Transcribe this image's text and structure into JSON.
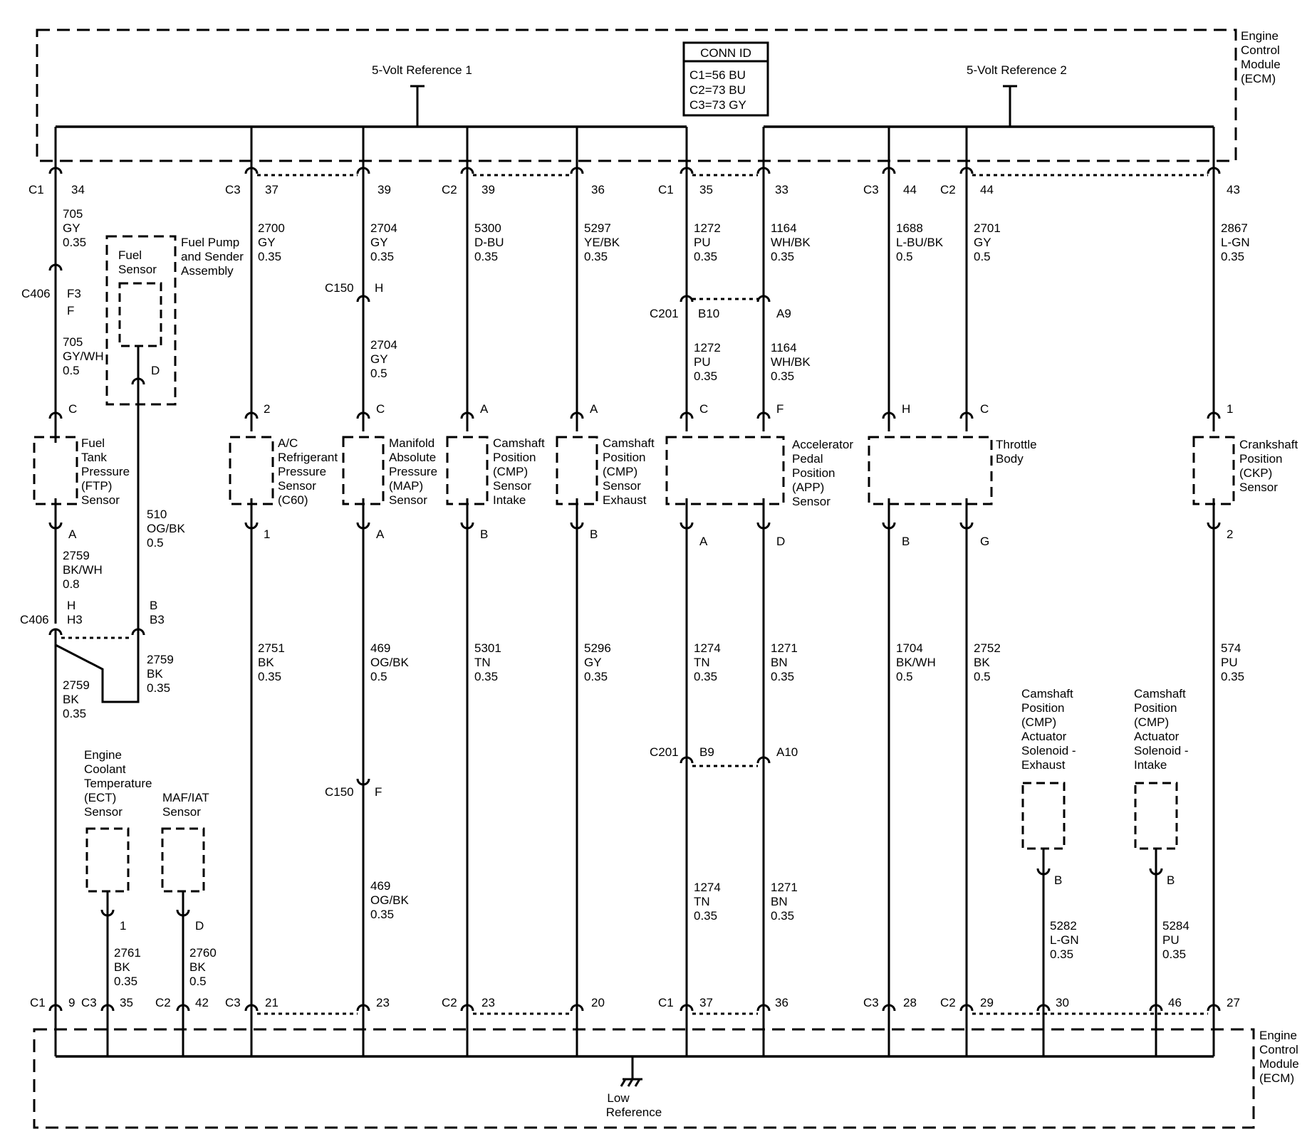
{
  "ecm_label": [
    "Engine",
    "Control",
    "Module",
    "(ECM)"
  ],
  "conn_id": {
    "title": "CONN ID",
    "lines": [
      "C1=56 BU",
      "C2=73 BU",
      "C3=73 GY"
    ]
  },
  "ref1": "5-Volt Reference 1",
  "ref2": "5-Volt Reference 2",
  "low_ref": [
    "Low",
    "Reference"
  ],
  "top_pins": [
    {
      "conn": "C1",
      "pin": "34"
    },
    {
      "conn": "C3",
      "pin": "37"
    },
    {
      "conn": "",
      "pin": "39"
    },
    {
      "conn": "C2",
      "pin": "39"
    },
    {
      "conn": "",
      "pin": "36"
    },
    {
      "conn": "C1",
      "pin": "35"
    },
    {
      "conn": "",
      "pin": "33"
    },
    {
      "conn": "C3",
      "pin": "44"
    },
    {
      "conn": "C2",
      "pin": "44"
    },
    {
      "conn": "",
      "pin": "43"
    }
  ],
  "top_wires": [
    [
      "705",
      "GY",
      "0.35"
    ],
    [
      "2700",
      "GY",
      "0.35"
    ],
    [
      "2704",
      "GY",
      "0.35"
    ],
    [
      "5300",
      "D-BU",
      "0.35"
    ],
    [
      "5297",
      "YE/BK",
      "0.35"
    ],
    [
      "1272",
      "PU",
      "0.35"
    ],
    [
      "1164",
      "WH/BK",
      "0.35"
    ],
    [
      "1688",
      "L-BU/BK",
      "0.5"
    ],
    [
      "2701",
      "GY",
      "0.5"
    ],
    [
      "2867",
      "L-GN",
      "0.35"
    ]
  ],
  "inline": {
    "c406a": {
      "name": "C406",
      "top": "F3",
      "bottom": "F"
    },
    "c150a": {
      "name": "C150",
      "pin": "H"
    },
    "c201a": {
      "name": "C201",
      "left": "B10",
      "right": "A9"
    },
    "c406b": {
      "name": "C406",
      "l1": "H",
      "l2": "H3",
      "r1": "B",
      "r2": "B3"
    },
    "c201b": {
      "name": "C201",
      "left": "B9",
      "right": "A10"
    },
    "c150b": {
      "name": "C150",
      "pin": "F"
    }
  },
  "mid_wires": {
    "w705b": [
      "705",
      "GY/WH",
      "0.5"
    ],
    "w2704b": [
      "2704",
      "GY",
      "0.5"
    ],
    "w1272b": [
      "1272",
      "PU",
      "0.35"
    ],
    "w1164b": [
      "1164",
      "WH/BK",
      "0.35"
    ],
    "w510": [
      "510",
      "OG/BK",
      "0.5"
    ],
    "w2759a": [
      "2759",
      "BK/WH",
      "0.8"
    ],
    "w2759b": [
      "2759",
      "BK",
      "0.35"
    ],
    "w2759c": [
      "2759",
      "BK",
      "0.35"
    ]
  },
  "fuel_pump": {
    "sensor_label": [
      "Fuel",
      "Sensor"
    ],
    "assembly_label": [
      "Fuel Pump",
      "and Sender",
      "Assembly"
    ],
    "pin": "D"
  },
  "sensors": {
    "ftp": {
      "label": [
        "Fuel",
        "Tank",
        "Pressure",
        "(FTP)",
        "Sensor"
      ],
      "top": "C",
      "bottom": "A"
    },
    "ac": {
      "label": [
        "A/C",
        "Refrigerant",
        "Pressure",
        "Sensor",
        "(C60)"
      ],
      "top": "2",
      "bottom": "1"
    },
    "map": {
      "label": [
        "Manifold",
        "Absolute",
        "Pressure",
        "(MAP)",
        "Sensor"
      ],
      "top": "C",
      "bottom": "A"
    },
    "cmp_in": {
      "label": [
        "Camshaft",
        "Position",
        "(CMP)",
        "Sensor",
        "Intake"
      ],
      "top": "A",
      "bottom": "B"
    },
    "cmp_ex": {
      "label": [
        "Camshaft",
        "Position",
        "(CMP)",
        "Sensor",
        "Exhaust"
      ],
      "top": "A",
      "bottom": "B"
    },
    "app": {
      "label": [
        "Accelerator",
        "Pedal",
        "Position",
        "(APP)",
        "Sensor"
      ],
      "top1": "C",
      "top2": "F",
      "bottom1": "A",
      "bottom2": "D"
    },
    "tb": {
      "label": [
        "Throttle",
        "Body"
      ],
      "top1": "H",
      "top2": "C",
      "bottom1": "B",
      "bottom2": "G"
    },
    "ckp": {
      "label": [
        "Crankshaft",
        "Position",
        "(CKP)",
        "Sensor"
      ],
      "top": "1",
      "bottom": "2"
    },
    "ect": {
      "label": [
        "Engine",
        "Coolant",
        "Temperature",
        "(ECT)",
        "Sensor"
      ],
      "pin": "1"
    },
    "maf": {
      "label": [
        "MAF/IAT",
        "Sensor"
      ],
      "pin": "D"
    },
    "sol_ex": {
      "label": [
        "Camshaft",
        "Position",
        "(CMP)",
        "Actuator",
        "Solenoid -",
        "Exhaust"
      ],
      "pin": "B"
    },
    "sol_in": {
      "label": [
        "Camshaft",
        "Position",
        "(CMP)",
        "Actuator",
        "Solenoid -",
        "Intake"
      ],
      "pin": "B"
    }
  },
  "bottom_wires": [
    [
      "2761",
      "BK",
      "0.35"
    ],
    [
      "2760",
      "BK",
      "0.5"
    ],
    [
      "2751",
      "BK",
      "0.35"
    ],
    [
      "469",
      "OG/BK",
      "0.5"
    ],
    [
      "469",
      "OG/BK",
      "0.35"
    ],
    [
      "5301",
      "TN",
      "0.35"
    ],
    [
      "5296",
      "GY",
      "0.35"
    ],
    [
      "1274",
      "TN",
      "0.35"
    ],
    [
      "1271",
      "BN",
      "0.35"
    ],
    [
      "1274",
      "TN",
      "0.35"
    ],
    [
      "1271",
      "BN",
      "0.35"
    ],
    [
      "1704",
      "BK/WH",
      "0.5"
    ],
    [
      "2752",
      "BK",
      "0.5"
    ],
    [
      "574",
      "PU",
      "0.35"
    ],
    [
      "5282",
      "L-GN",
      "0.35"
    ],
    [
      "5284",
      "PU",
      "0.35"
    ]
  ],
  "bottom_pins": [
    {
      "conn": "C1",
      "pin": "9"
    },
    {
      "conn": "C3",
      "pin": "35"
    },
    {
      "conn": "C2",
      "pin": "42"
    },
    {
      "conn": "C3",
      "pin": "21"
    },
    {
      "conn": "",
      "pin": "23"
    },
    {
      "conn": "C2",
      "pin": "23"
    },
    {
      "conn": "",
      "pin": "20"
    },
    {
      "conn": "C1",
      "pin": "37"
    },
    {
      "conn": "",
      "pin": "36"
    },
    {
      "conn": "C3",
      "pin": "28"
    },
    {
      "conn": "C2",
      "pin": "29"
    },
    {
      "conn": "",
      "pin": "30"
    },
    {
      "conn": "",
      "pin": "46"
    },
    {
      "conn": "",
      "pin": "27"
    }
  ]
}
